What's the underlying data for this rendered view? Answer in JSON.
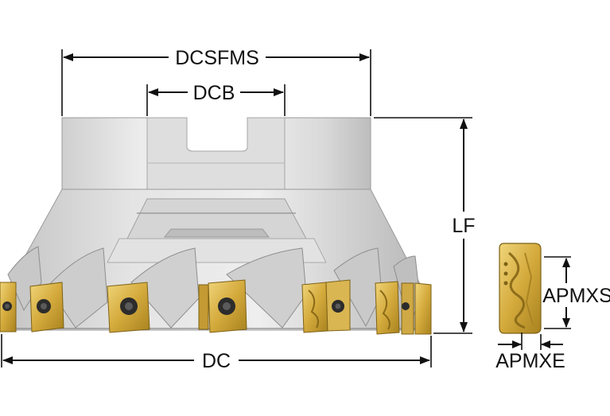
{
  "dimensions": {
    "dcsfms": "DCSFMS",
    "dcb": "DCB",
    "lf": "LF",
    "dc": "DC",
    "apmxs": "APMXS",
    "apmxe": "APMXE"
  },
  "colors": {
    "body_light": "#e6e6e6",
    "body_mid": "#c9c9c9",
    "body_dark": "#a9a9a9",
    "insert_gold": "#d7b24a",
    "insert_gold_dark": "#9c7a1e",
    "line": "#111111"
  }
}
